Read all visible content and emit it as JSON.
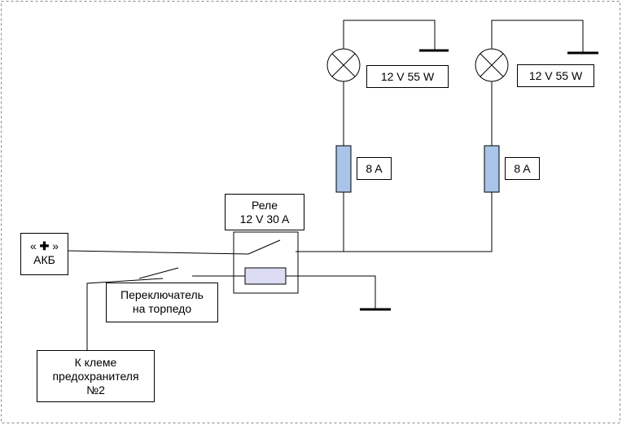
{
  "lamps": [
    {
      "label": "12 V 55 W"
    },
    {
      "label": "12 V 55 W"
    }
  ],
  "fuses": [
    {
      "label": "8 A"
    },
    {
      "label": "8 A"
    }
  ],
  "relay": {
    "line1": "Реле",
    "line2": "12 V 30 A"
  },
  "battery": {
    "line1_open": "«",
    "line1_sign": "✚",
    "line1_close": "»",
    "line2": "АКБ"
  },
  "switch": {
    "line1": "Переключатель",
    "line2": "на торпедо"
  },
  "fuse_terminal": {
    "line1": "К клеме",
    "line2": "предохранителя",
    "line3": "№2"
  },
  "colors": {
    "fuse_fill": "#a8c4e8",
    "coil_fill": "#dcdcf4",
    "line": "#000000",
    "frame": "#888888"
  }
}
